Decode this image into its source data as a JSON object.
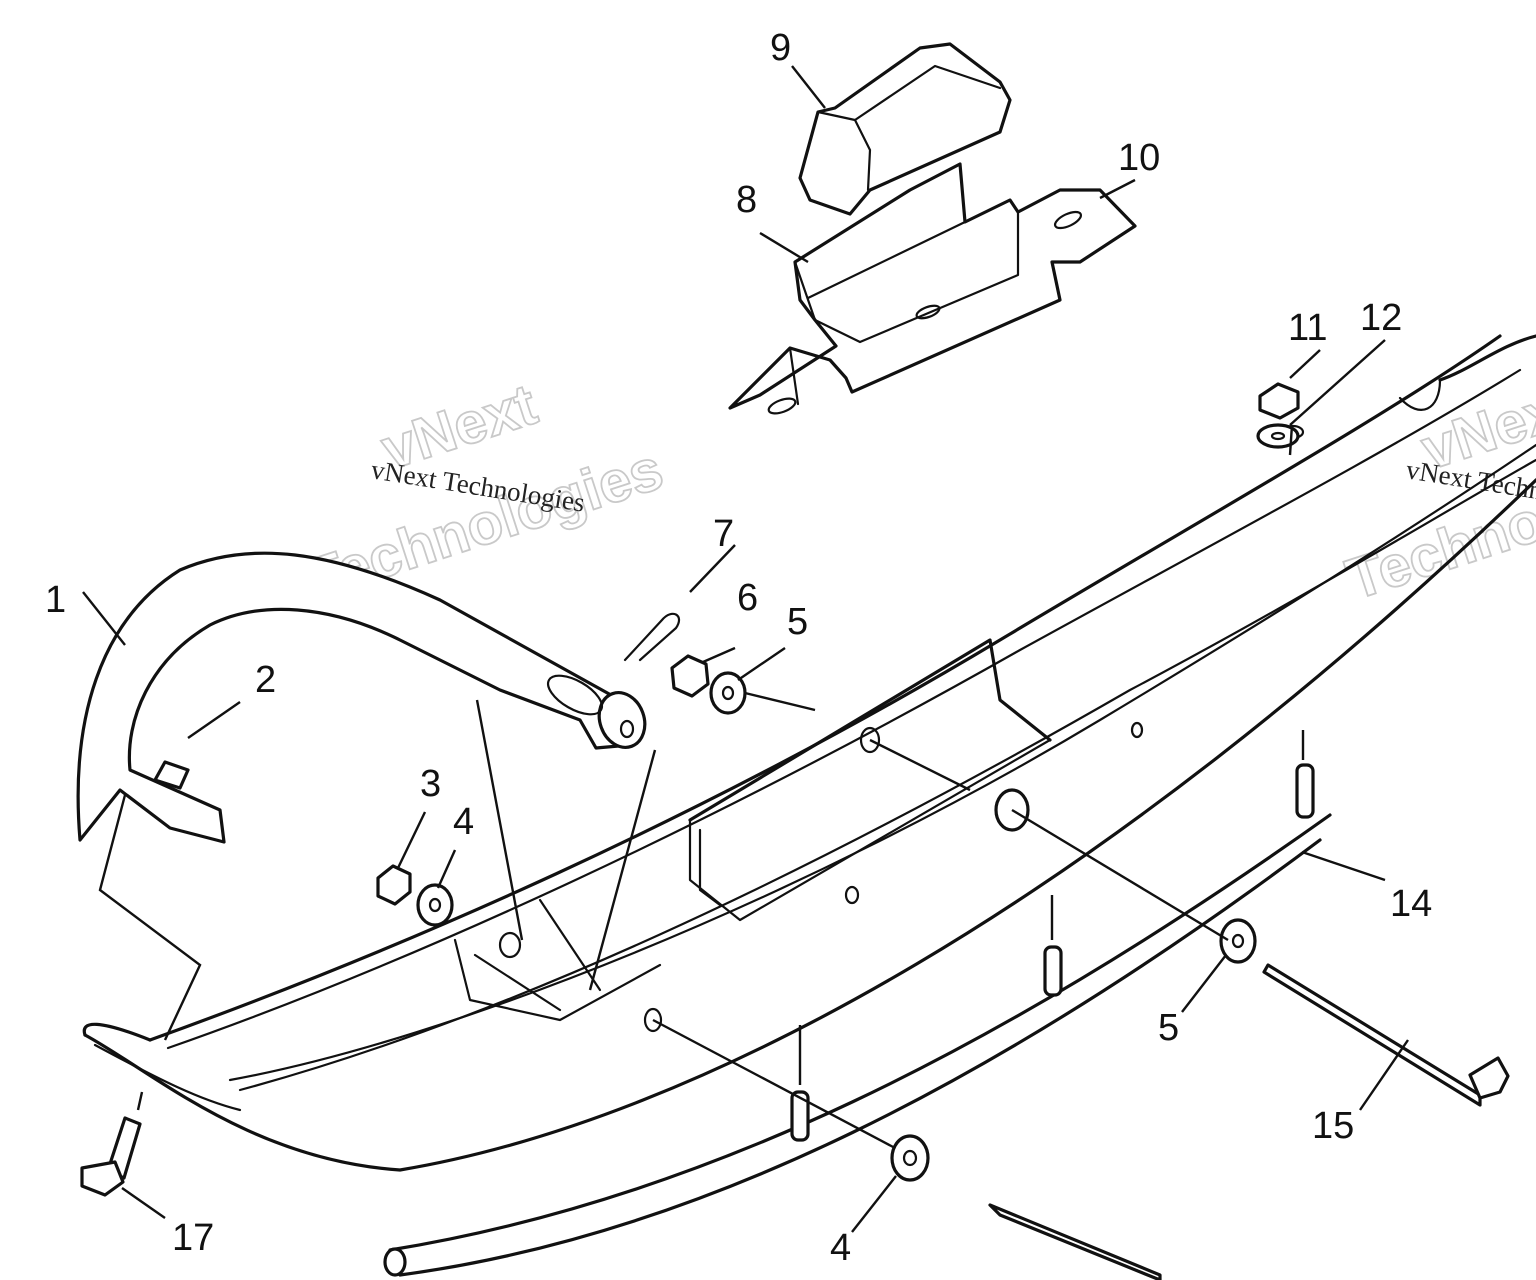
{
  "watermark": {
    "line1": "vNext",
    "line2": "Technologies",
    "caption": "vNext Technologies"
  },
  "callouts": {
    "c1": "1",
    "c2": "2",
    "c3": "3",
    "c4a": "4",
    "c4b": "4",
    "c5a": "5",
    "c5b": "5",
    "c6": "6",
    "c7": "7",
    "c8": "8",
    "c9": "9",
    "c10": "10",
    "c11": "11",
    "c12": "12",
    "c14": "14",
    "c15": "15",
    "c17": "17"
  }
}
